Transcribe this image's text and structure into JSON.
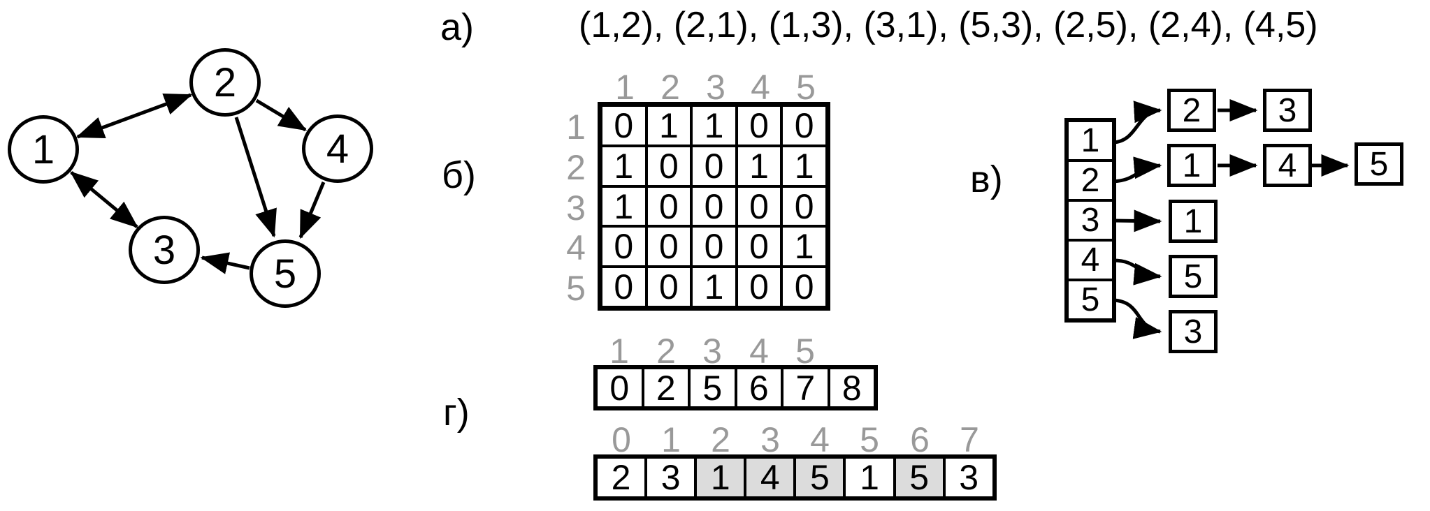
{
  "labels": {
    "a": "а)",
    "b": "б)",
    "v": "в)",
    "g": "г)"
  },
  "edge_list": "(1,2), (2,1), (1,3), (3,1), (5,3), (2,5), (2,4), (4,5)",
  "graph": {
    "node_labels": [
      "1",
      "2",
      "3",
      "4",
      "5"
    ],
    "edges": [
      "1-2 bidirectional",
      "1-3 bidirectional",
      "2-4",
      "2-5",
      "4-5",
      "5-3"
    ]
  },
  "matrix": {
    "col_headers": [
      "1",
      "2",
      "3",
      "4",
      "5"
    ],
    "row_headers": [
      "1",
      "2",
      "3",
      "4",
      "5"
    ],
    "rows": [
      [
        "0",
        "1",
        "1",
        "0",
        "0"
      ],
      [
        "1",
        "0",
        "0",
        "1",
        "1"
      ],
      [
        "1",
        "0",
        "0",
        "0",
        "0"
      ],
      [
        "0",
        "0",
        "0",
        "0",
        "1"
      ],
      [
        "0",
        "0",
        "1",
        "0",
        "0"
      ]
    ]
  },
  "adj": {
    "heads": [
      "1",
      "2",
      "3",
      "4",
      "5"
    ],
    "lists": [
      [
        "2",
        "3"
      ],
      [
        "1",
        "4",
        "5"
      ],
      [
        "1"
      ],
      [
        "5"
      ],
      [
        "3"
      ]
    ]
  },
  "arrays": {
    "offsets": {
      "headers": [
        "1",
        "2",
        "3",
        "4",
        "5"
      ],
      "values": [
        "0",
        "2",
        "5",
        "6",
        "7",
        "8"
      ]
    },
    "edges": {
      "headers": [
        "0",
        "1",
        "2",
        "3",
        "4",
        "5",
        "6",
        "7"
      ],
      "values": [
        "2",
        "3",
        "1",
        "4",
        "5",
        "1",
        "5",
        "3"
      ],
      "shaded_indices": [
        2,
        3,
        4,
        6
      ]
    }
  },
  "colors": {
    "ink": "#000000",
    "header_gray": "#999999",
    "cell_shade": "#dcdcdc",
    "background": "#ffffff"
  }
}
